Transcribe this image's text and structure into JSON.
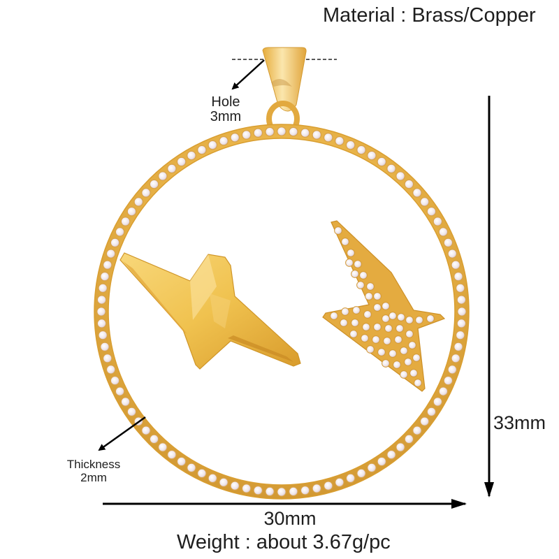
{
  "product": {
    "description": "Gold pendant: circular ring set with cubic zirconia stones, containing two lightning bolts (one polished gold, one pavé-set)"
  },
  "labels": {
    "material": "Material : Brass/Copper",
    "hole_title": "Hole",
    "hole_value": "3mm",
    "thickness_title": "Thickness",
    "thickness_value": "2mm",
    "width": "30mm",
    "height": "33mm",
    "weight": "Weight : about 3.67g/pc"
  },
  "colors": {
    "gold": "#e0a93a",
    "gold_light": "#f6d98c",
    "gold_dark": "#b98224",
    "stone": "#f4eef0",
    "text": "#1e1e1e",
    "arrow": "#000000"
  }
}
